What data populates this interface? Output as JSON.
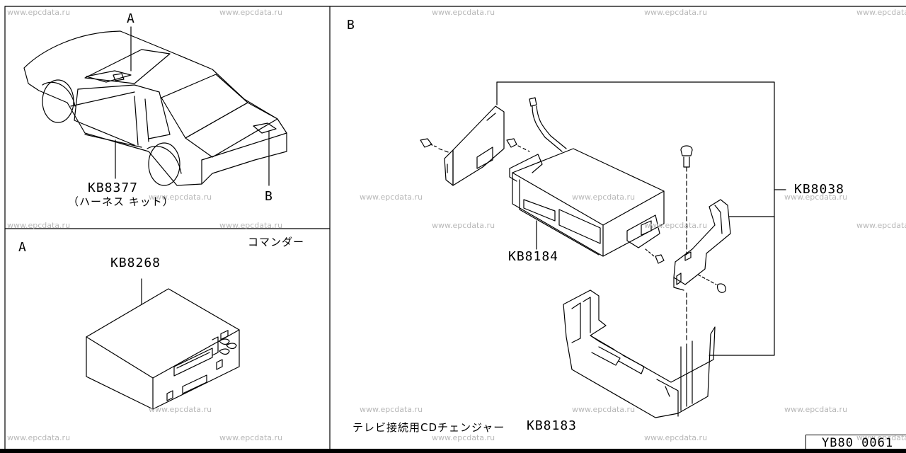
{
  "watermark": "www.epcdata.ru",
  "panels": {
    "vehicle": {
      "callouts": {
        "a": "A",
        "b": "B"
      },
      "part_number": "KB8377",
      "part_desc": "（ハーネス キット）"
    },
    "detail_a": {
      "panel_label": "A",
      "title": "コマンダー",
      "part_number": "KB8268"
    },
    "detail_b": {
      "panel_label": "B",
      "parts": {
        "changer_unit": "KB8184",
        "bracket_kit": "KB8038",
        "assembly_desc": "テレビ接続用CDチェンジャー",
        "assembly_number": "KB8183"
      }
    }
  },
  "drawing_code": "YB80 0061"
}
